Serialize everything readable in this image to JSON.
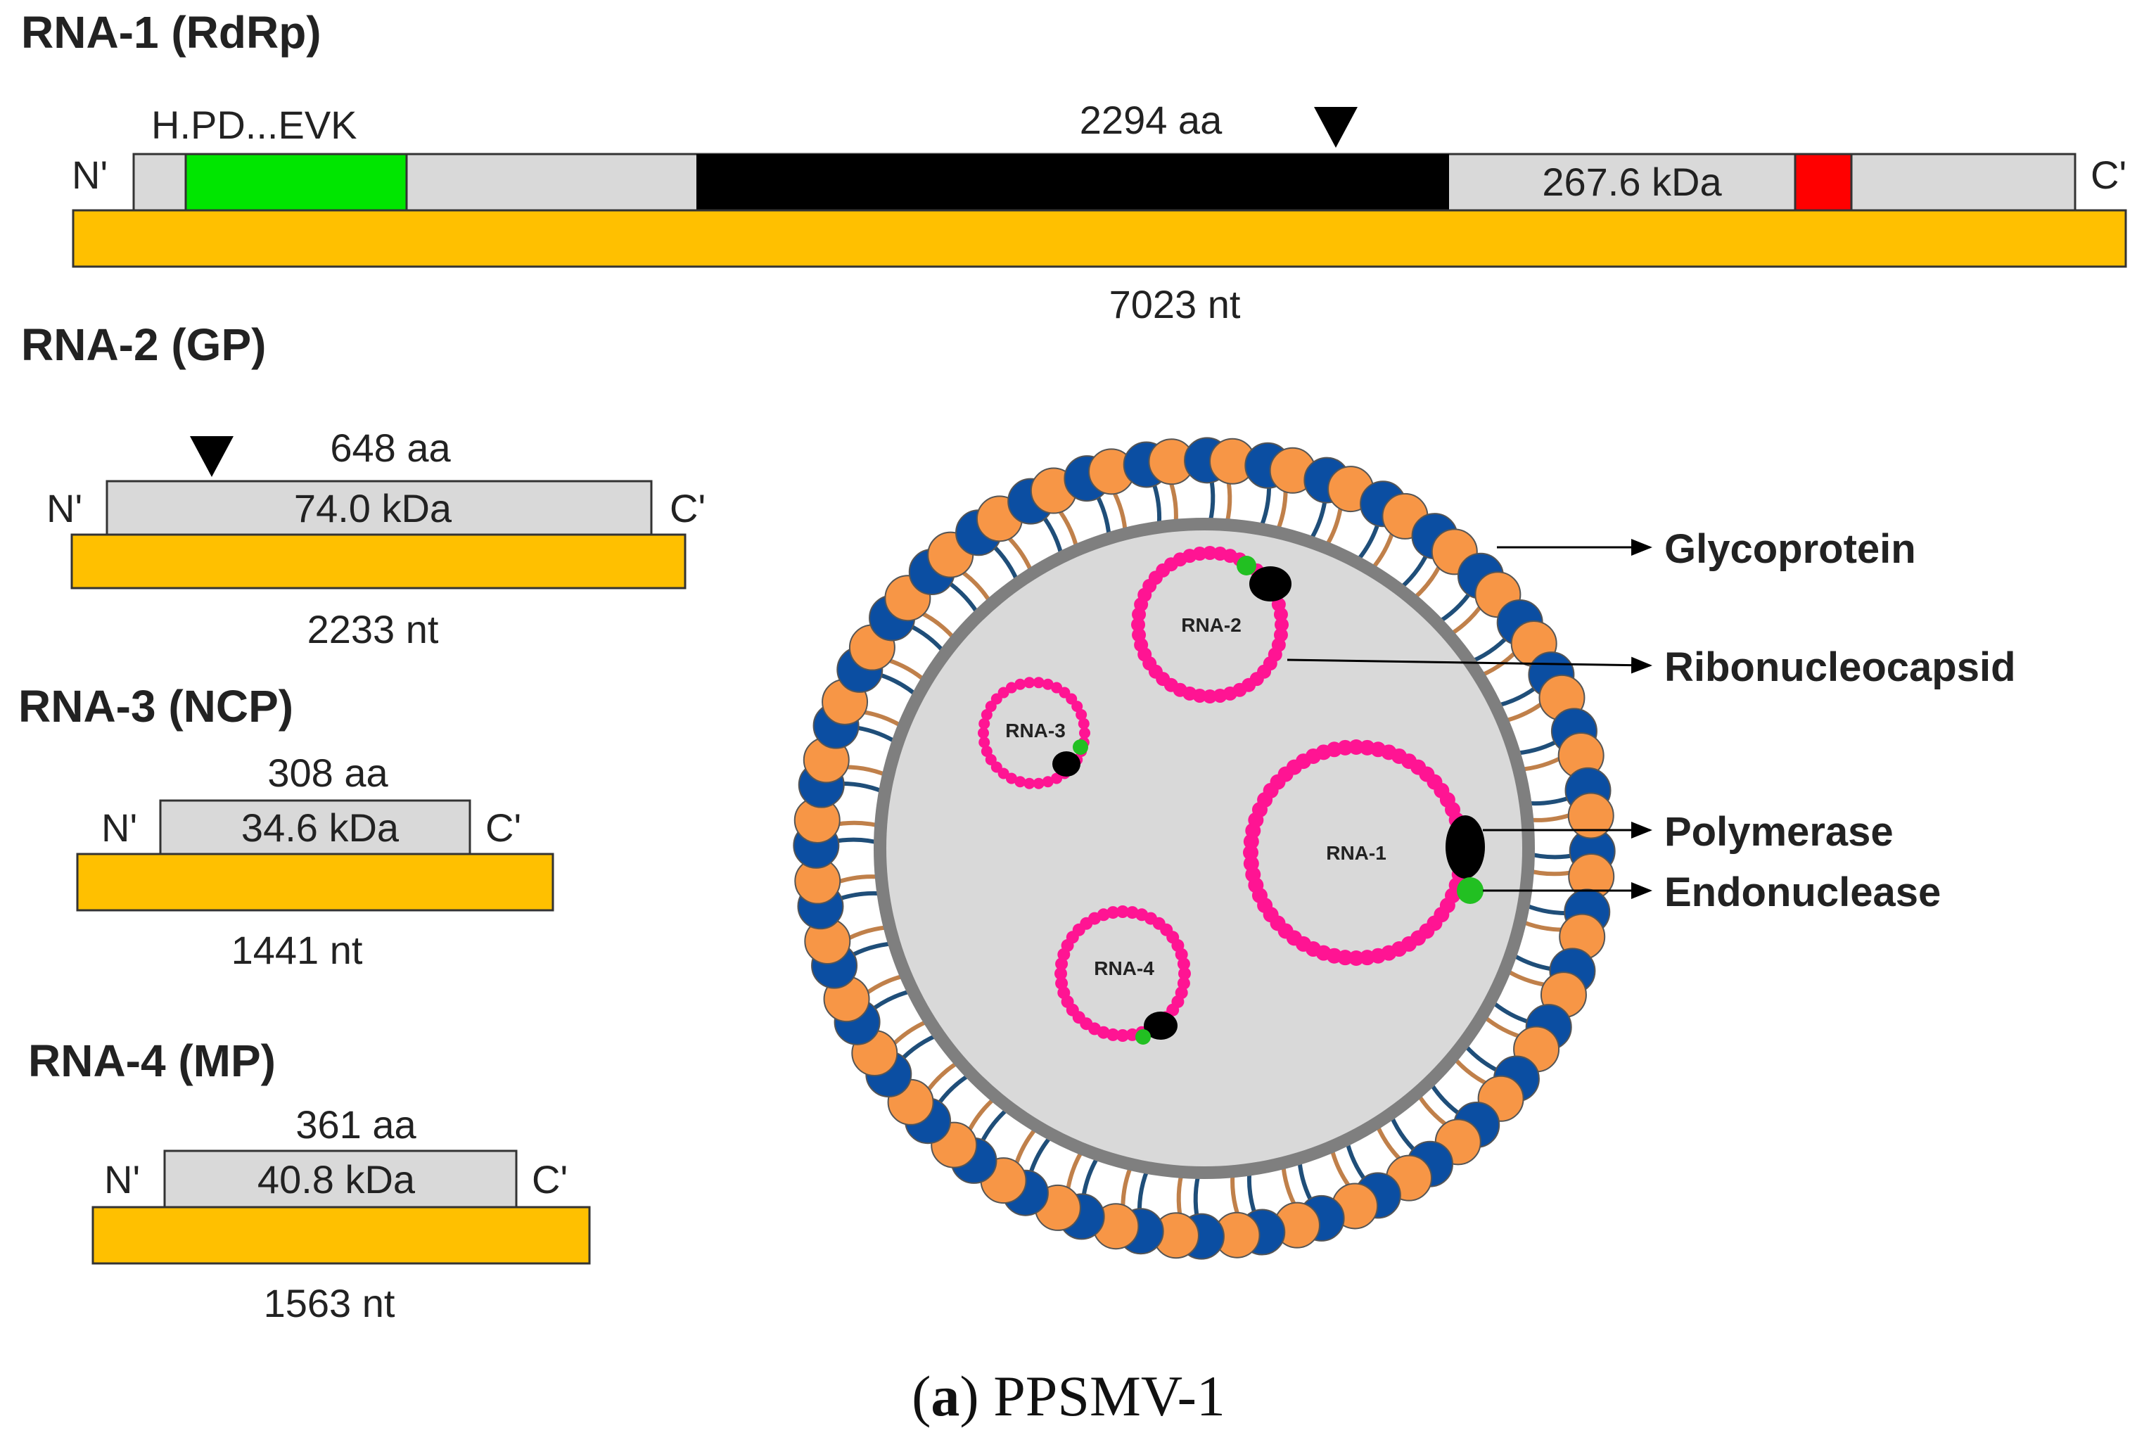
{
  "segments": {
    "rna1": {
      "title": "RNA-1 (RdRp)",
      "motif": "H.PD...EVK",
      "aa": "2294 aa",
      "kda": "267.6 kDa",
      "nt": "7023 nt",
      "n": "N'",
      "c": "C'"
    },
    "rna2": {
      "title": "RNA-2 (GP)",
      "aa": "648 aa",
      "kda": "74.0 kDa",
      "nt": "2233 nt",
      "n": "N'",
      "c": "C'"
    },
    "rna3": {
      "title": "RNA-3 (NCP)",
      "aa": "308 aa",
      "kda": "34.6 kDa",
      "nt": "1441 nt",
      "n": "N'",
      "c": "C'"
    },
    "rna4": {
      "title": "RNA-4 (MP)",
      "aa": "361 aa",
      "kda": "40.8 kDa",
      "nt": "1563 nt",
      "n": "N'",
      "c": "C'"
    }
  },
  "virion": {
    "rings": {
      "rna1": "RNA-1",
      "rna2": "RNA-2",
      "rna3": "RNA-3",
      "rna4": "RNA-4"
    },
    "callouts": {
      "glycoprotein": "Glycoprotein",
      "ribonucleocapsid": "Ribonucleocapsid",
      "polymerase": "Polymerase",
      "endonuclease": "Endonuclease"
    }
  },
  "caption": {
    "letter": "a",
    "open": "(",
    "close": ")",
    "text": " PPSMV-1"
  },
  "colors": {
    "rna_bar": "#FFC000",
    "protein_bar": "#D9D9D9",
    "motif_green": "#00E600",
    "polymerase_black": "#000000",
    "domain_red": "#FF0000",
    "rna_bead": "#FF1493",
    "glyco_orange": "#F79646",
    "glyco_blue": "#0B4EA2",
    "envelope": "#7F7F7F",
    "core": "#D9D9D9"
  }
}
